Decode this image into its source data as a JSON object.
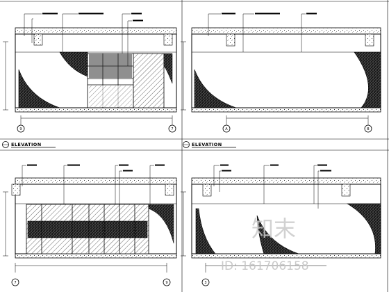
{
  "panels": [
    {
      "title": "ELEVATION",
      "axes": [
        "9",
        "7"
      ]
    },
    {
      "title": "ELEVATION",
      "axes": [
        "A",
        "B"
      ]
    },
    {
      "title": "ELEVATION",
      "axes": [
        "7",
        "9"
      ]
    },
    {
      "title": "",
      "axes": [
        "3",
        ""
      ]
    }
  ],
  "watermark": {
    "logo_text": "知末",
    "id_text": "ID: 161706158"
  },
  "colors": {
    "line": "#000000",
    "hatch": "#444444",
    "watermark": "#c6c6c6"
  }
}
